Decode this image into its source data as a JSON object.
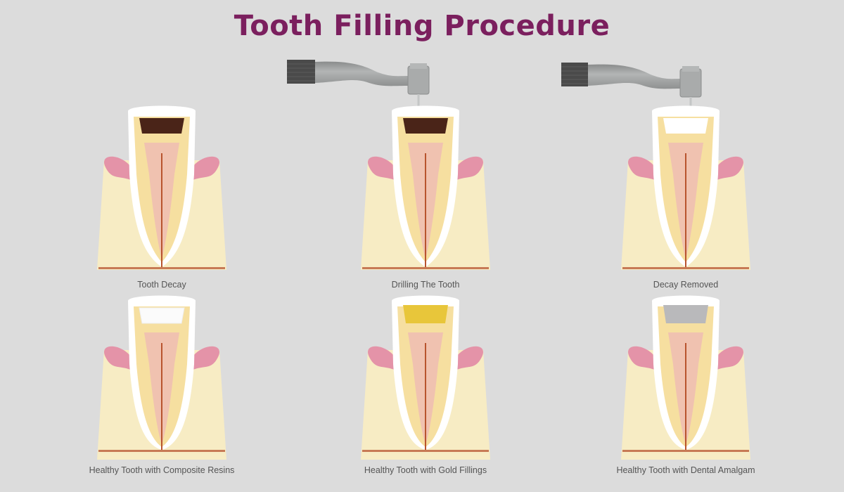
{
  "title": "Tooth Filling Procedure",
  "colors": {
    "title": "#7b1f5e",
    "background": "#dcdcdc",
    "bone": "#f7ecc4",
    "gum": "#e493a8",
    "enamel": "#ffffff",
    "dentin": "#f6dfa0",
    "pulp": "#f0c2b0",
    "decay": "#4a2418",
    "composite": "#ffffff",
    "gold": "#e8c63a",
    "amalgam": "#b9b9bb",
    "drill": "#9a9c9c"
  },
  "steps": [
    {
      "label": "Tooth Decay",
      "crown": "decay",
      "drill": false
    },
    {
      "label": "Drilling The Tooth",
      "crown": "decay",
      "drill": true
    },
    {
      "label": "Decay Removed",
      "crown": "cleaned",
      "drill": true
    },
    {
      "label": "Healthy Tooth with Composite Resins",
      "crown": "composite",
      "drill": false
    },
    {
      "label": "Healthy Tooth with Gold Fillings",
      "crown": "gold",
      "drill": false
    },
    {
      "label": "Healthy Tooth with Dental Amalgam",
      "crown": "amalgam",
      "drill": false
    }
  ]
}
